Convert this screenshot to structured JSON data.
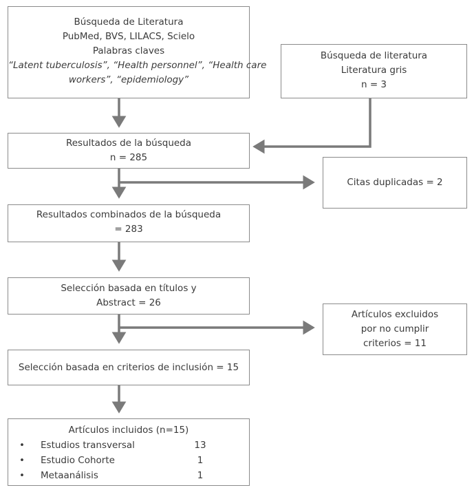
{
  "search_db": {
    "line1": "Búsqueda de Literatura",
    "line2": "PubMed, BVS, LILACS, Scielo",
    "line3": "Palabras claves",
    "keywords_line1": "“Latent tuberculosis”, “Health personnel”, “Health care",
    "keywords_line2": "workers”, “epidemiology”"
  },
  "search_gray": {
    "line1": "Búsqueda de literatura",
    "line2": "Literatura gris",
    "line3": "n = 3"
  },
  "results": {
    "line1": "Resultados de la búsqueda",
    "line2": "n = 285"
  },
  "duplicates": {
    "text": "Citas duplicadas = 2"
  },
  "combined": {
    "line1": "Resultados combinados de la búsqueda",
    "line2": "= 283"
  },
  "title_selection": {
    "line1": "Selección basada en títulos y",
    "line2": "Abstract = 26"
  },
  "excluded": {
    "line1": "Artículos excluidos",
    "line2": "por no cumplir",
    "line3": "criterios = 11"
  },
  "criteria_selection": {
    "text": "Selección basada en criterios de inclusión = 15"
  },
  "included": {
    "title": "Artículos incluidos (n=15)",
    "bullet": "•",
    "rows": [
      {
        "label": "Estudios transversal",
        "count": "13"
      },
      {
        "label": "Estudio Cohorte",
        "count": "1"
      },
      {
        "label": "Metaanálisis",
        "count": "1"
      }
    ]
  },
  "colors": {
    "arrow": "#7a7a7a",
    "border": "#8a8a8a",
    "text": "#3a3a3a"
  }
}
